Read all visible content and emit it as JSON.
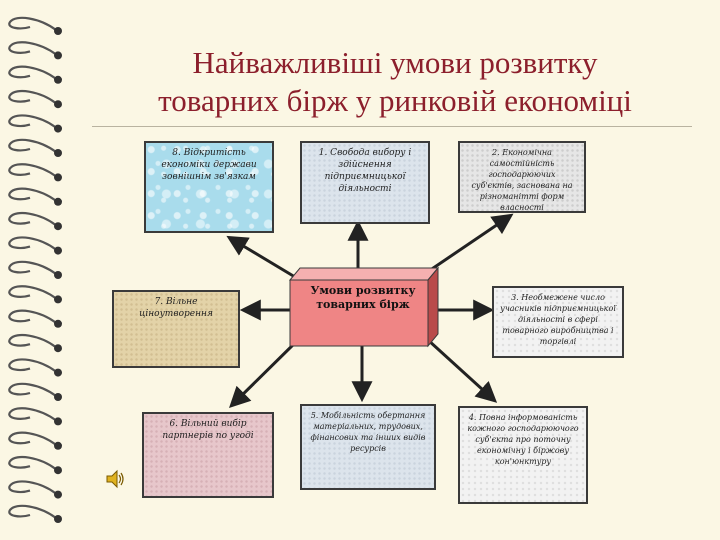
{
  "title": {
    "line1": "Найважливіші умови розвитку",
    "line2": "товарних бірж у ринковій економіці"
  },
  "center": {
    "label": "Умови розвитку товарних бірж"
  },
  "boxes": {
    "b8": "8. Відкритість економіки держави зовнішнім зв'язкам",
    "b1": "1. Свобода вибору і здійснення підприємницької діяльності",
    "b2": "2. Економічна самостійність господарюючих суб'єктів, заснована на різноманітті форм власності",
    "b7": "7. Вільне ціноутворення",
    "b3": "3. Необмежене число учасників підприємницької діяльності в сфері товарного виробництва і торгівлі",
    "b6": "6. Вільний вибір партнерів по угоді",
    "b5": "5. Мобільність обертання матеріальних, трудових, фінансових та інших видів ресурсів",
    "b4": "4. Повна інформованість кожного господарюючого суб'єкта про поточну економічну і біржову кон'юнктуру"
  },
  "colors": {
    "title": "#8c1f2c",
    "background": "#fbf7e4",
    "center_face": "#ef8585",
    "center_side": "#b94a4a",
    "center_top": "#f5b0b0"
  },
  "icons": [
    "spiral-binding-icon",
    "speaker-icon"
  ]
}
